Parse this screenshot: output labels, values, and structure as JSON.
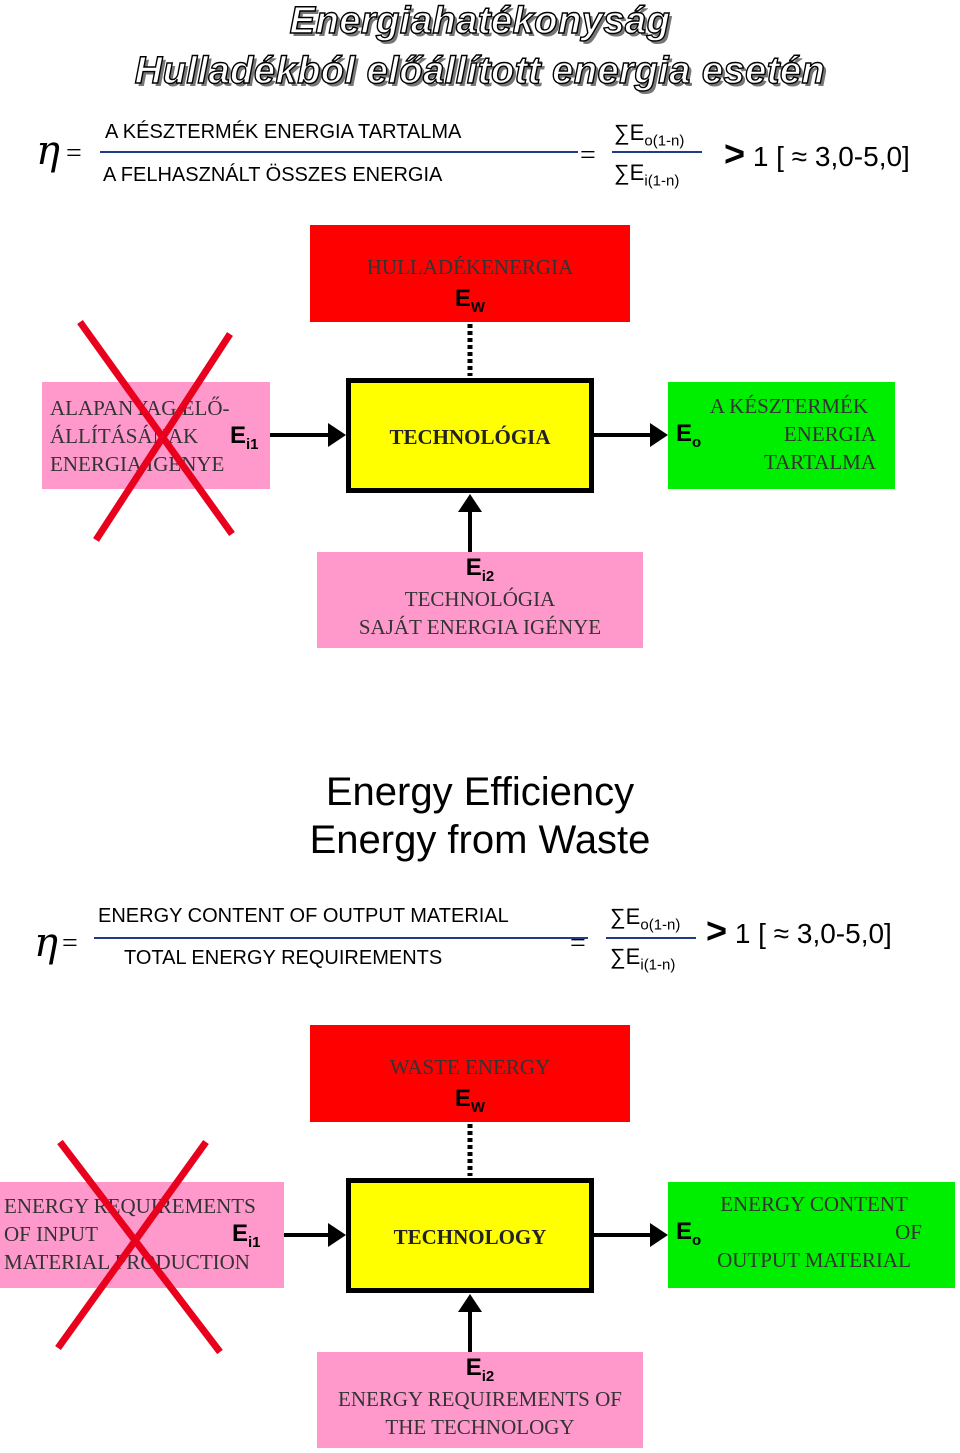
{
  "top": {
    "title_line1": "Energiahatékonyság",
    "title_line2": "Hulladékból előállított energia esetén",
    "formula": {
      "eta": "η",
      "equals": "=",
      "numerator": "A KÉSZTERMÉK ENERGIA TARTALMA",
      "denominator": "A FELHASZNÁLT ÖSSZES ENERGIA",
      "sum_out_E": "∑E",
      "sum_out_sub": "o(1-n)",
      "sum_in_E": "∑E",
      "sum_in_sub": "i(1-n)",
      "gt": ">",
      "rest": "1 [ ≈ 3,0-5,0]"
    },
    "waste_box": {
      "label": "HULLADÉKENERGIA",
      "symbol": "E",
      "sub": "W"
    },
    "input_box": {
      "line1": "ALAPANYAG ELŐ-",
      "line2": "ÁLLÍTÁSÁNAK",
      "line3": "ENERGIA IGÉNYE",
      "symbol": "E",
      "sub": "i1"
    },
    "tech_box": {
      "label": "TECHNOLÓGIA"
    },
    "output_box": {
      "line1": "A KÉSZTERMÉK",
      "line2": "ENERGIA",
      "line3": "TARTALMA",
      "symbol": "E",
      "sub": "o"
    },
    "own_box": {
      "symbol": "E",
      "sub": "i2",
      "line1": "TECHNOLÓGIA",
      "line2": "SAJÁT ENERGIA IGÉNYE"
    }
  },
  "bottom": {
    "title_line1": "Energy Efficiency",
    "title_line2": "Energy from Waste",
    "formula": {
      "eta": "η",
      "equals": "=",
      "numerator": "ENERGY CONTENT OF OUTPUT MATERIAL",
      "denominator": "TOTAL ENERGY REQUIREMENTS",
      "sum_out_E": "∑E",
      "sum_out_sub": "o(1-n)",
      "sum_in_E": "∑E",
      "sum_in_sub": "i(1-n)",
      "gt": ">",
      "rest": "1 [ ≈ 3,0-5,0]"
    },
    "waste_box": {
      "label": "WASTE ENERGY",
      "symbol": "E",
      "sub": "W"
    },
    "input_box": {
      "line1": "ENERGY REQUIREMENTS",
      "line2": "OF INPUT",
      "line3": "MATERIAL PRODUCTION",
      "symbol": "E",
      "sub": "i1"
    },
    "tech_box": {
      "label": "TECHNOLOGY"
    },
    "output_box": {
      "line1": "ENERGY CONTENT",
      "line2": "OF",
      "line3": "OUTPUT MATERIAL",
      "symbol": "E",
      "sub": "o"
    },
    "own_box": {
      "symbol": "E",
      "sub": "i2",
      "line1": "ENERGY REQUIREMENTS OF",
      "line2": "THE TECHNOLOGY"
    }
  },
  "colors": {
    "waste": "#ff0000",
    "input": "#ff99cc",
    "tech": "#ffff00",
    "output": "#00ee00",
    "cross": "#e8001c",
    "fraction_line": "#1f3c8c"
  }
}
